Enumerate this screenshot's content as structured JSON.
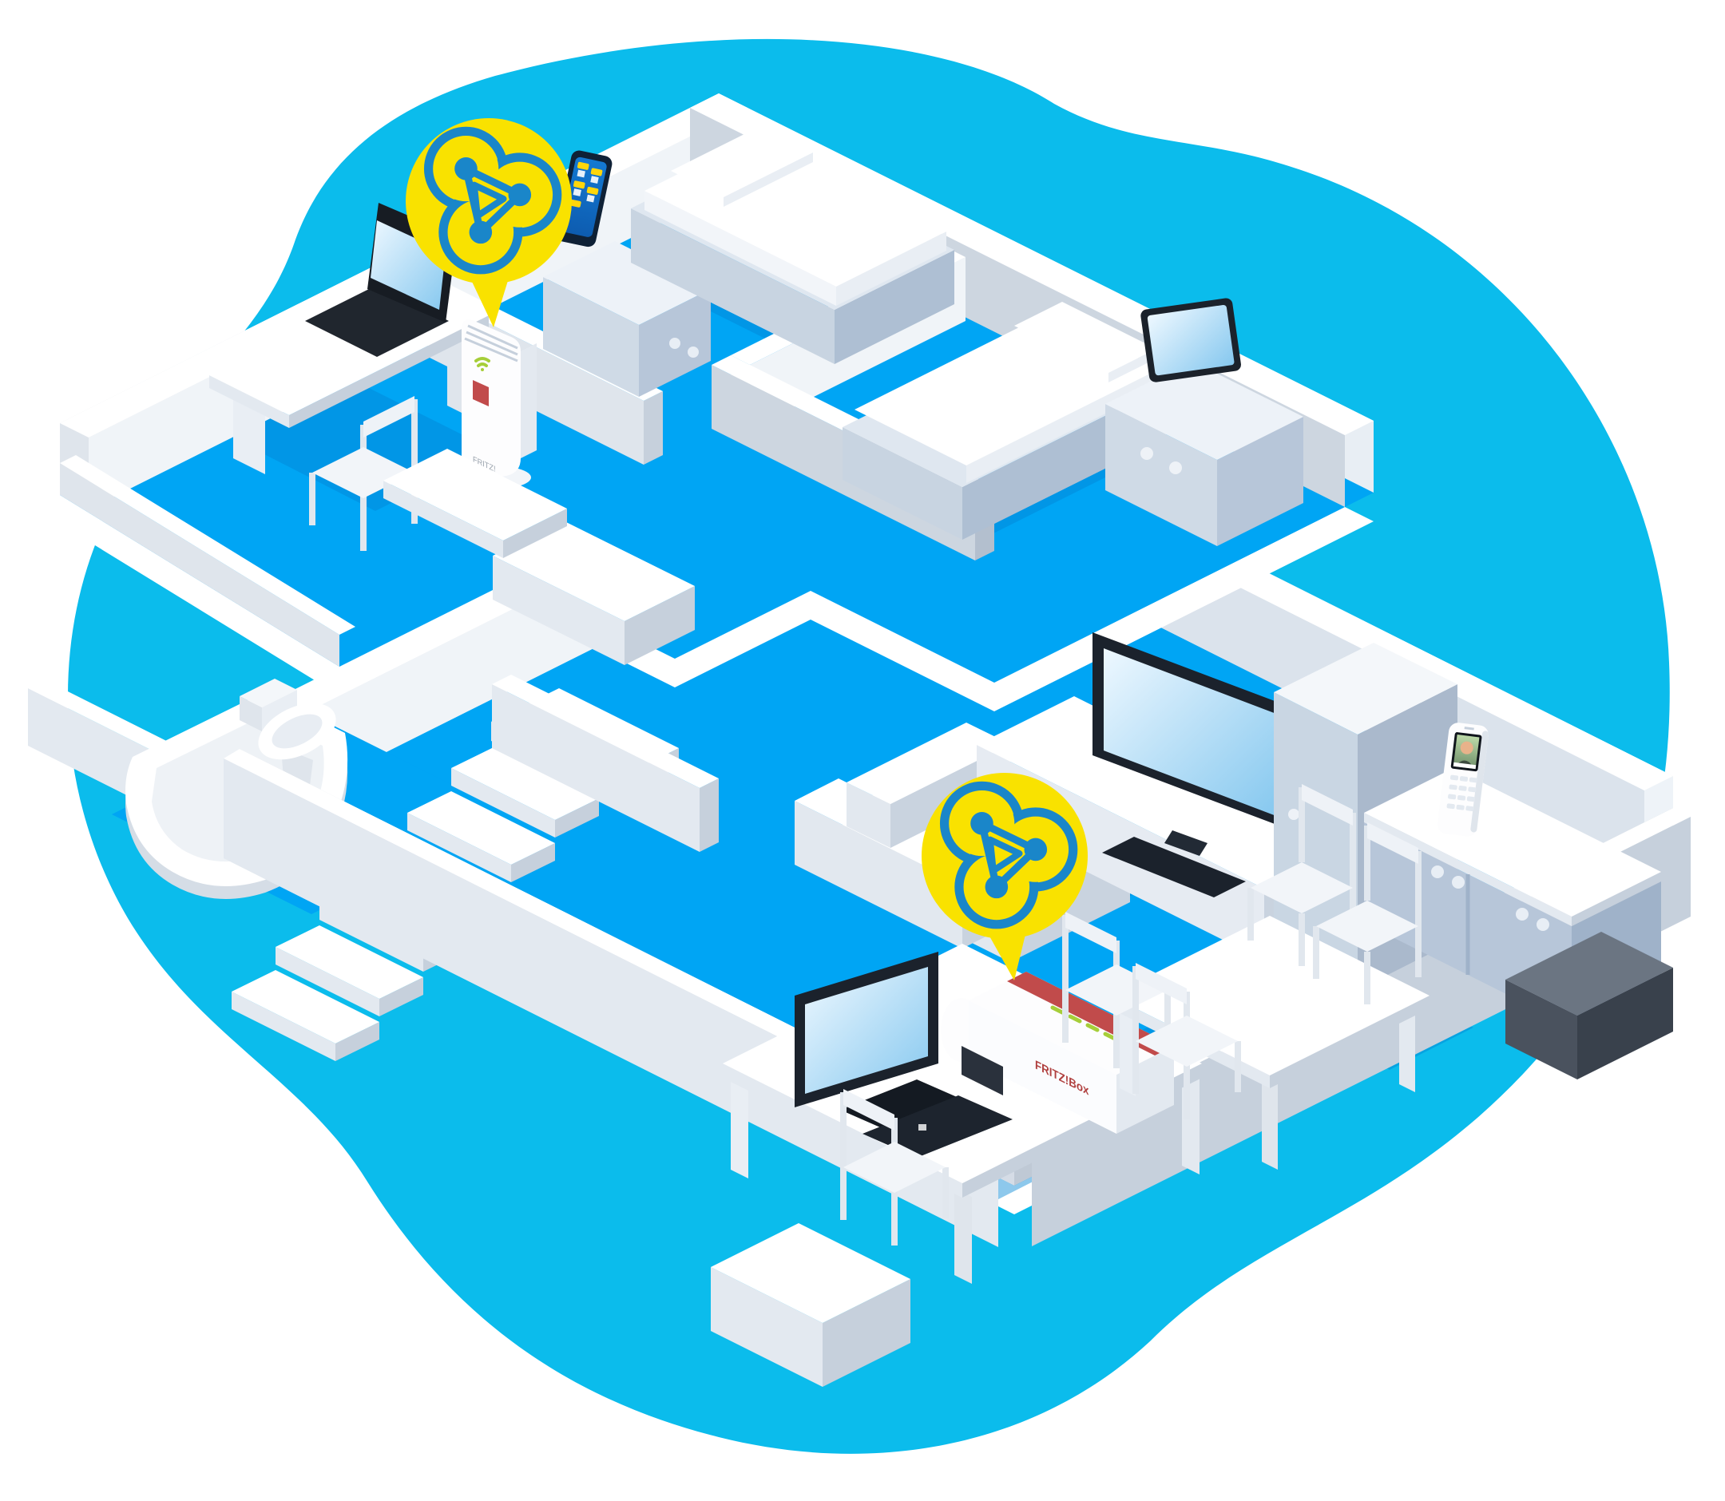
{
  "devices": {
    "router": {
      "label": "FRITZ!Box"
    },
    "repeater": {
      "label": "FRITZ!"
    }
  },
  "icons": {
    "mesh": "mesh-network-icon",
    "repeater_led": "wifi-signal-led",
    "phone_apps": "app-tile-grid"
  },
  "colors": {
    "background": "#ffffff",
    "blob": "#0bbcec",
    "floor": "#00a5f4",
    "shadow": "#0285d4",
    "bubble_yellow": "#f9e200",
    "mesh_blue": "#1a86c9",
    "router_red": "#c14b4b",
    "led_green": "#a6ce39",
    "wall_white": "#ffffff",
    "furniture_gray": "#b7c6d9",
    "screen_blue": "#86c8ef",
    "device_dark": "#1b222c"
  }
}
